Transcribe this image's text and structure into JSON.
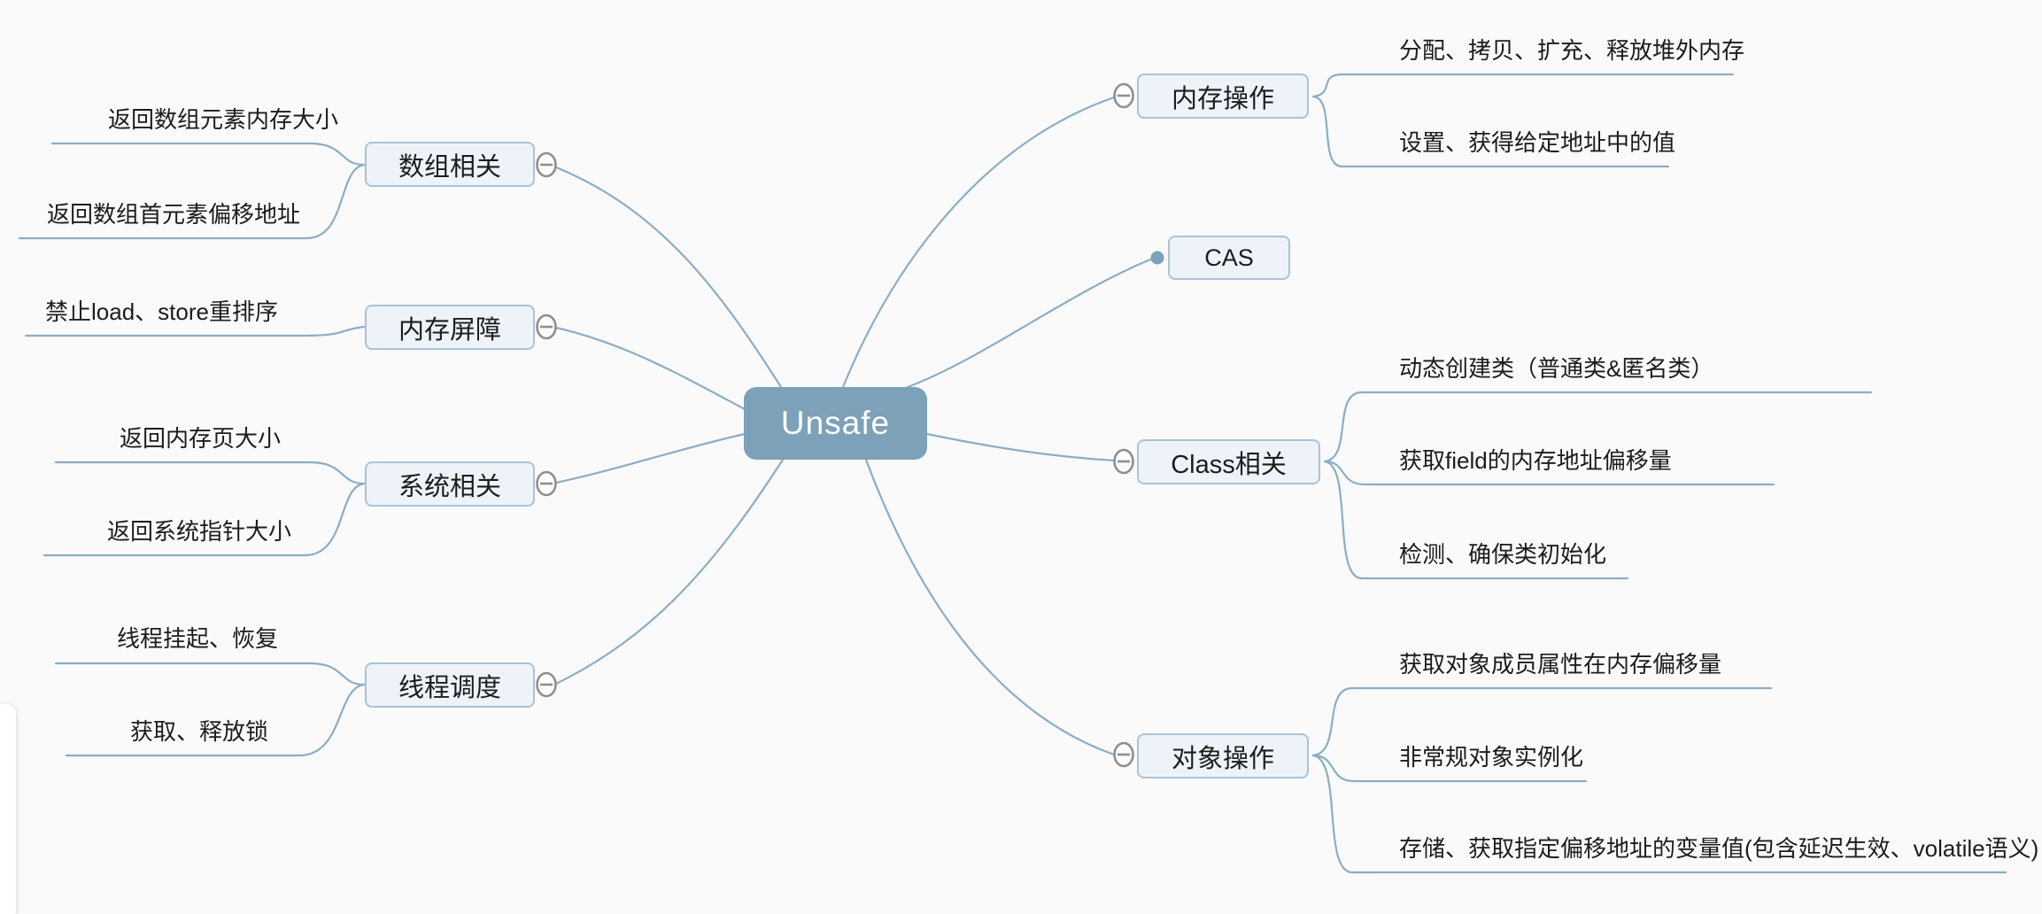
{
  "canvas": {
    "background": "#fafafa"
  },
  "colors": {
    "root_fill": "#7ca1b8",
    "root_text": "#ffffff",
    "topic_fill": "#edf3f8",
    "topic_border": "#a9c3d7",
    "connector_line": "#8badc6",
    "text": "#1c1c1c",
    "toggle_stroke": "#8f8f8f",
    "cas_dot": "#7ca1b8"
  },
  "root": {
    "label": "Unsafe"
  },
  "branches": {
    "right": [
      {
        "node": "内存操作",
        "children": [
          "分配、拷贝、扩充、释放堆外内存",
          "设置、获得给定地址中的值"
        ]
      },
      {
        "node": "CAS",
        "children": []
      },
      {
        "node": "Class相关",
        "children": [
          "动态创建类（普通类&匿名类）",
          "获取field的内存地址偏移量",
          "检测、确保类初始化"
        ]
      },
      {
        "node": "对象操作",
        "children": [
          "获取对象成员属性在内存偏移量",
          "非常规对象实例化",
          "存储、获取指定偏移地址的变量值(包含延迟生效、volatile语义)"
        ]
      }
    ],
    "left": [
      {
        "node": "数组相关",
        "children": [
          "返回数组元素内存大小",
          "返回数组首元素偏移地址"
        ]
      },
      {
        "node": "内存屏障",
        "children": [
          "禁止load、store重排序"
        ]
      },
      {
        "node": "系统相关",
        "children": [
          "返回内存页大小",
          "返回系统指针大小"
        ]
      },
      {
        "node": "线程调度",
        "children": [
          "线程挂起、恢复",
          "获取、释放锁"
        ]
      }
    ]
  }
}
